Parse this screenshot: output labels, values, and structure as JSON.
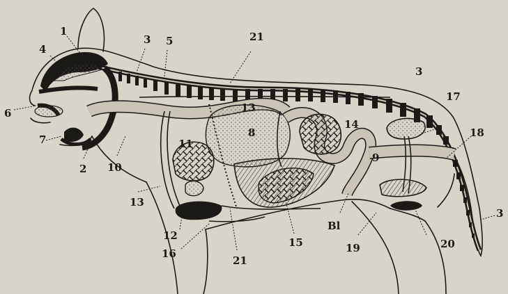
{
  "diagram": {
    "labels": {
      "l1": "1",
      "l2": "2",
      "l3_neck": "3",
      "l3_back": "3",
      "l3_tail": "3",
      "l4": "4",
      "l5": "5",
      "l6": "6",
      "l7": "7",
      "l8": "8",
      "l9": "9",
      "l10": "10",
      "l11": "11",
      "l12": "12",
      "l13_top": "13",
      "l13_bottom": "13",
      "l14": "14",
      "l15": "15",
      "l16": "16",
      "l17": "17",
      "l18": "18",
      "l19": "19",
      "l20": "20",
      "l21_top": "21",
      "l21_bottom": "21",
      "bl": "Bl"
    },
    "colors": {
      "paper": "#d9d4c9",
      "ink": "#1c1a17",
      "organ_fill": "#cbc5b7"
    }
  }
}
